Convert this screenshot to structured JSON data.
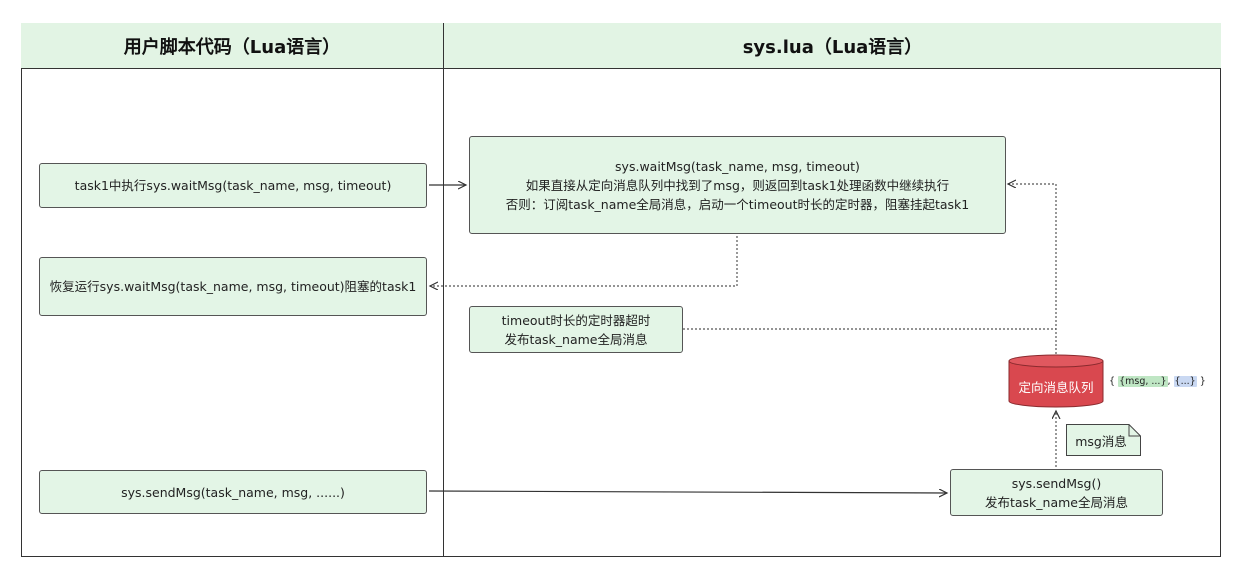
{
  "headers": {
    "left": "用户脚本代码（Lua语言）",
    "right": "sys.lua（Lua语言）"
  },
  "left_boxes": {
    "task1": "task1中执行sys.waitMsg(task_name, msg, timeout)",
    "resume": "恢复运行sys.waitMsg(task_name, msg, timeout)阻塞的task1",
    "send": "sys.sendMsg(task_name, msg, ......)"
  },
  "right_boxes": {
    "wait": {
      "line1": "sys.waitMsg(task_name, msg, timeout)",
      "line2": "如果直接从定向消息队列中找到了msg，则返回到task1处理函数中继续执行",
      "line3": "否则：订阅task_name全局消息，启动一个timeout时长的定时器，阻塞挂起task1"
    },
    "timeout": {
      "line1": "timeout时长的定时器超时",
      "line2": "发布task_name全局消息"
    },
    "send": {
      "line1": "sys.sendMsg()",
      "line2": "发布task_name全局消息"
    }
  },
  "queue": {
    "label": "定向消息队列",
    "items_open": "{ ",
    "item1": "{msg, ...}",
    "sep": ", ",
    "item2": "{...}",
    "items_close": " }",
    "color": "#d9484f"
  },
  "note": {
    "label": "msg消息"
  },
  "colors": {
    "box_fill": "#e3f5e6",
    "header_fill": "#e2f4e4",
    "border": "#333333"
  }
}
